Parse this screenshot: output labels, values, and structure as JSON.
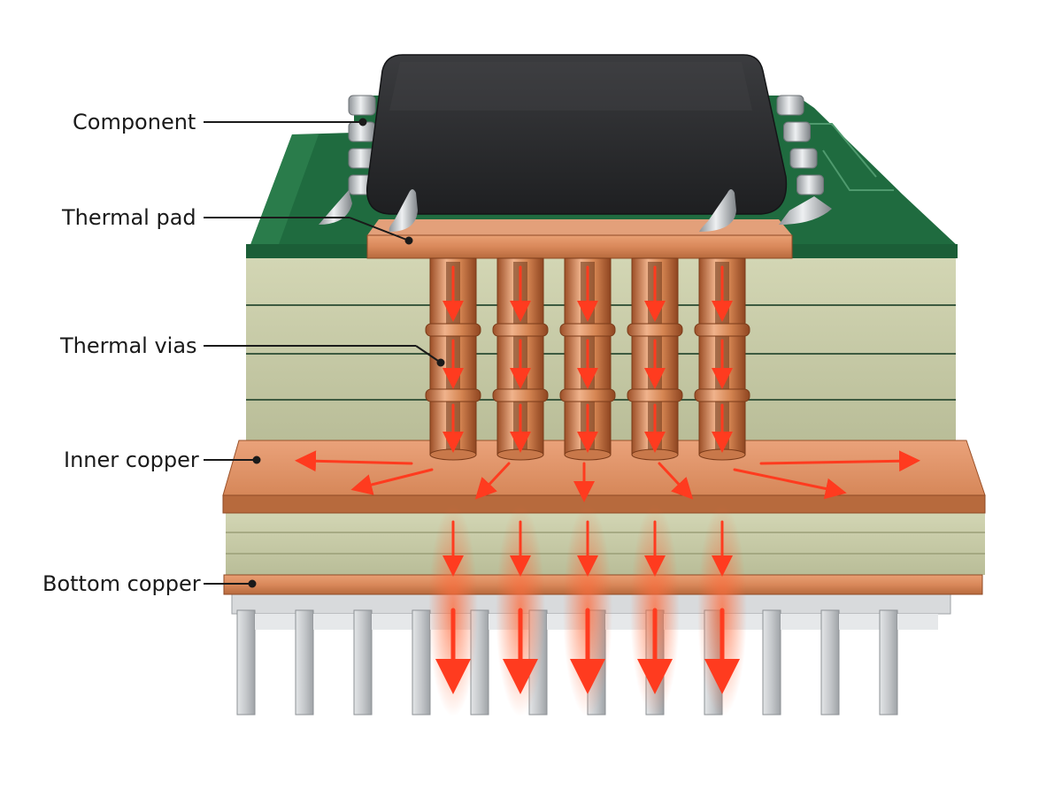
{
  "labels": {
    "component": "Component",
    "thermal_pad": "Thermal pad",
    "thermal_vias": "Thermal vias",
    "inner_copper": "Inner copper",
    "bottom_copper": "Bottom copper"
  },
  "vias": {
    "count": 5
  },
  "colors": {
    "pcb_green": "#1f6b3f",
    "laminate": "#c9ccaa",
    "copper": "#d9885a",
    "copper_dark": "#a9582f",
    "chip": "#2a2b2d",
    "solder": "#b7bcc0",
    "heatsink": "#c6c8cb",
    "heat_arrow": "#ff3b1f",
    "leader": "#1a1a1a"
  },
  "icons": [
    "heat-arrow-icon",
    "leader-dot-icon"
  ]
}
